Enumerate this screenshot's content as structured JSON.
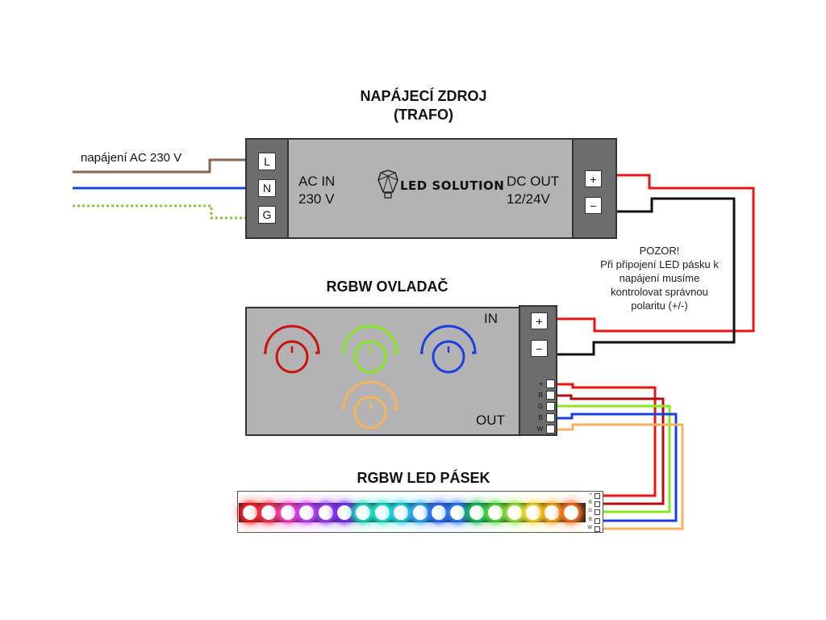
{
  "psu": {
    "title_line1": "NAPÁJECÍ ZDROJ",
    "title_line2": "(TRAFO)",
    "ac_in_line1": "AC IN",
    "ac_in_line2": "230 V",
    "brand": "LED SOLUTION",
    "dc_out_line1": "DC OUT",
    "dc_out_line2": "12/24V",
    "input_terminals": [
      "L",
      "N",
      "G"
    ],
    "output_terminals": [
      "+",
      "−"
    ]
  },
  "mains": {
    "label": "napájení AC 230 V",
    "wire_colors": {
      "L": "#8b6552",
      "N": "#1a47e0",
      "G": "#8cc63f"
    }
  },
  "warning": {
    "line1": "POZOR!",
    "line2": "Při připojení LED pásku k",
    "line3": "napájení musíme",
    "line4": "kontrolovat správnou",
    "line5": "polaritu (+/-)"
  },
  "controller": {
    "title": "RGBW OVLADAČ",
    "in_label": "IN",
    "out_label": "OUT",
    "input_terminals": [
      "+",
      "−"
    ],
    "output_pins": [
      "+",
      "R",
      "G",
      "B",
      "W"
    ],
    "knobs": [
      {
        "name": "red",
        "color": "#cc1111"
      },
      {
        "name": "green",
        "color": "#88e81e"
      },
      {
        "name": "blue",
        "color": "#1a3fe0"
      },
      {
        "name": "white",
        "color": "#f7b25c"
      }
    ]
  },
  "strip": {
    "title": "RGBW LED PÁSEK",
    "pins": [
      "+",
      "R",
      "G",
      "B",
      "W"
    ],
    "led_colors": [
      "#ff2020",
      "#ff3050",
      "#ff40c0",
      "#d040ff",
      "#9a40ff",
      "#7a30ff",
      "#20e0c0",
      "#20e8d0",
      "#20d8e8",
      "#30b0ff",
      "#3070ff",
      "#2a80ff",
      "#20c060",
      "#50e040",
      "#a0e840",
      "#ffe030",
      "#ffb020",
      "#ff7020"
    ]
  },
  "colors": {
    "red": "#e81414",
    "dark_red": "#b50c0c",
    "black": "#111111",
    "green": "#88e81e",
    "blue": "#1a3fe0",
    "orange": "#f7b25c"
  }
}
